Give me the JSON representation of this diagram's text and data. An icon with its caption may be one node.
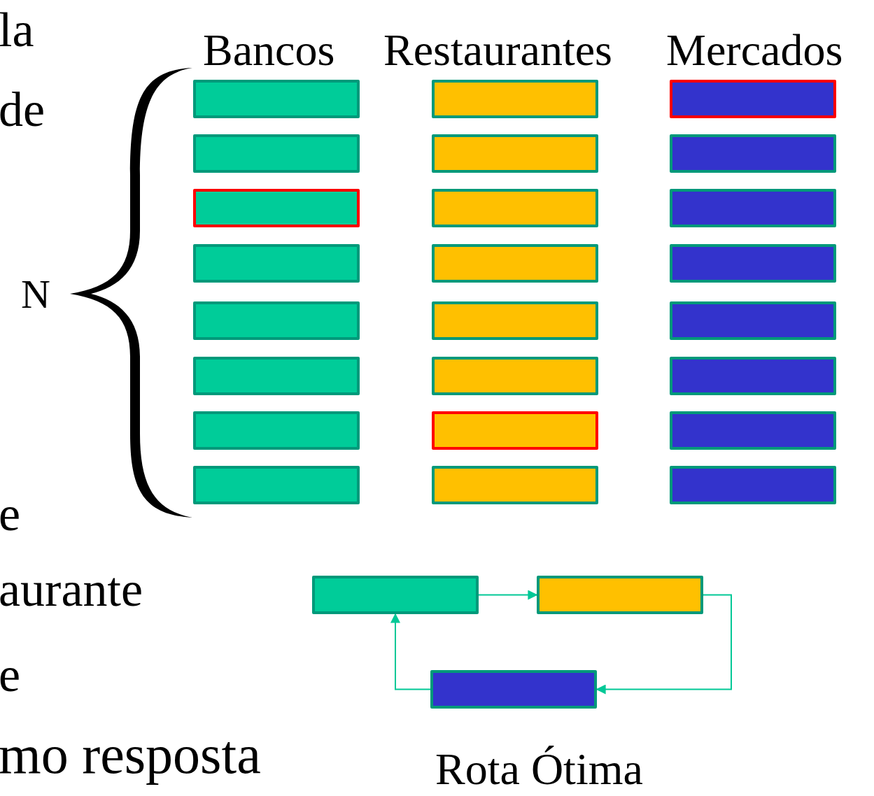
{
  "diagram": {
    "nodes": [
      {
        "text": [],
        "shape": "bar"
      },
      {
        "text": [],
        "shape": "bar"
      },
      {
        "text": [],
        "shape": "bar"
      },
      {
        "text": [],
        "shape": "bar"
      },
      {
        "text": [],
        "shape": "bar"
      },
      {
        "text": [],
        "shape": "bar"
      },
      {
        "text": [],
        "shape": "bar"
      },
      {
        "text": [],
        "shape": "bar"
      },
      {
        "text": [],
        "shape": "bar"
      },
      {
        "text": [],
        "shape": "bar"
      },
      {
        "text": [],
        "shape": "bar"
      },
      {
        "text": [],
        "shape": "bar"
      },
      {
        "text": [],
        "shape": "bar"
      },
      {
        "text": [],
        "shape": "bar"
      },
      {
        "text": [],
        "shape": "bar"
      },
      {
        "text": [],
        "shape": "bar"
      },
      {
        "text": [],
        "shape": "bar"
      },
      {
        "text": [],
        "shape": "bar"
      },
      {
        "text": [],
        "shape": "bar"
      },
      {
        "text": [],
        "shape": "bar"
      },
      {
        "text": [],
        "shape": "bar"
      },
      {
        "text": [],
        "shape": "bar"
      },
      {
        "text": [],
        "shape": "bar"
      },
      {
        "text": [],
        "shape": "bar"
      },
      {
        "text": [],
        "shape": "bar"
      },
      {
        "text": [],
        "shape": "bar"
      },
      {
        "text": [],
        "shape": "bar"
      }
    ],
    "edges": [
      {
        "from": 24,
        "to": 25,
        "arrow": "to"
      },
      {
        "from": 25,
        "to": 26,
        "arrow": "to"
      },
      {
        "from": 26,
        "to": 24,
        "arrow": "to"
      }
    ],
    "labels": [
      "la",
      "Bancos",
      "Restaurantes",
      "Mercados",
      "de",
      "N",
      "e",
      "aurante",
      "e",
      "mo resposta",
      "Rota Ótima"
    ]
  }
}
